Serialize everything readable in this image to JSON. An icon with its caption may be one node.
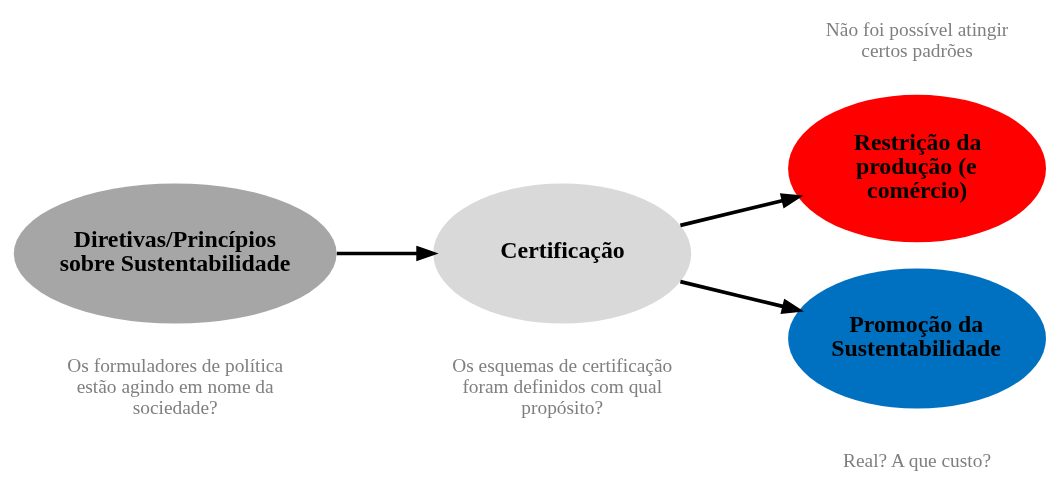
{
  "diagram": {
    "nodes": [
      {
        "text": [
          "Diretivas/Princípios sobre Sustentabilidade"
        ],
        "beside": [
          "Os formuladores de política estão agindo em nome da sociedade?"
        ]
      },
      {
        "text": [
          "Certificação"
        ],
        "beside": [
          "Os esquemas de certificação foram definidos com qual propósito?"
        ]
      },
      {
        "text": [
          "Restrição da produção (e comércio)"
        ],
        "beside": [
          "Não foi possível atingir certos padrões"
        ]
      },
      {
        "text": [
          "Promoção da Sustentabilidade"
        ],
        "beside": [
          "Real? A que custo?"
        ]
      }
    ],
    "edges": [
      {
        "from": 0,
        "to": 1,
        "arrow": "to"
      },
      {
        "from": 1,
        "to": 2,
        "arrow": "to"
      },
      {
        "from": 1,
        "to": 3,
        "arrow": "to"
      }
    ]
  }
}
